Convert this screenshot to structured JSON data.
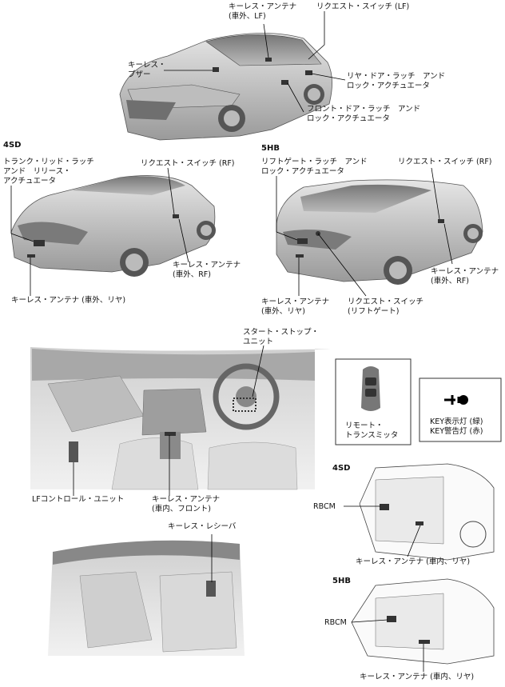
{
  "sections": {
    "sd_top": "4SD",
    "hb_top": "5HB",
    "sd_trunk": "4SD",
    "hb_trunk": "5HB"
  },
  "labels": {
    "antenna_ext_lf": "キーレス・アンテナ\n(車外、LF)",
    "req_switch_lf": "リクエスト・スイッチ (LF)",
    "keyless_buzzer": "キーレス・\nブザー",
    "rear_door_latch": "リヤ・ドア・ラッチ　アンド\nロック・アクチュエータ",
    "front_door_latch": "フロント・ドア・ラッチ　アンド\nロック・アクチュエータ",
    "trunk_lid_latch": "トランク・リッド・ラッチ\nアンド　リリース・\nアクチュエータ",
    "req_switch_rf_sd": "リクエスト・スイッチ (RF)",
    "antenna_ext_rf_sd": "キーレス・アンテナ\n(車外、RF)",
    "antenna_ext_rear_sd": "キーレス・アンテナ (車外、リヤ)",
    "liftgate_latch": "リフトゲート・ラッチ　アンド\nロック・アクチュエータ",
    "req_switch_rf_hb": "リクエスト・スイッチ (RF)",
    "antenna_ext_rf_hb": "キーレス・アンテナ\n(車外、RF)",
    "antenna_ext_rear_hb": "キーレス・アンテナ\n(車外、リヤ)",
    "req_switch_liftgate": "リクエスト・スイッチ\n(リフトゲート)",
    "start_stop_unit": "スタート・ストップ・\nユニット",
    "remote_transmitter": "リモート・\nトランスミッタ",
    "key_indicator": "KEY表示灯 (緑)\nKEY警告灯 (赤)",
    "lf_control_unit": "LFコントロール・ユニット",
    "antenna_int_front": "キーレス・アンテナ\n(車内、フロント)",
    "rbcm_sd": "RBCM",
    "antenna_int_rear_sd": "キーレス・アンテナ (車内、リヤ)",
    "keyless_receiver": "キーレス・レシーバ",
    "rbcm_hb": "RBCM",
    "antenna_int_rear_hb": "キーレス・アンテナ (車内、リヤ)"
  }
}
